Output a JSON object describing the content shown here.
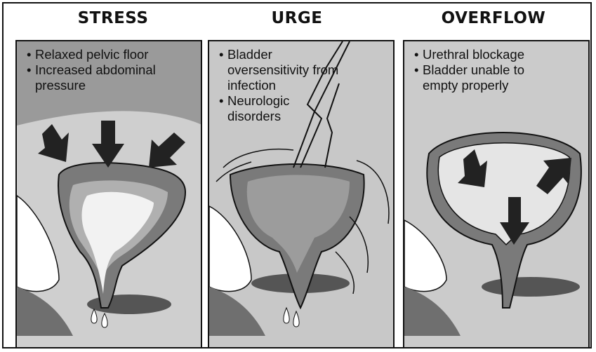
{
  "panels": [
    {
      "title": "STRESS",
      "bullets": [
        "Relaxed pelvic floor",
        "Increased abdominal pressure"
      ]
    },
    {
      "title": "URGE",
      "bullets": [
        "Bladder oversensitivity from infection",
        "Neurologic disorders"
      ]
    },
    {
      "title": "OVERFLOW",
      "bullets": [
        "Urethral blockage",
        "Bladder unable to empty properly"
      ]
    }
  ],
  "colors": {
    "background": "#9a9a9a",
    "light_area": "#dcdcdc",
    "bladder_wall": "#7a7a7a",
    "bladder_inner": "#b8b8b8",
    "fluid": "#f2f2f2",
    "outline": "#111111"
  }
}
